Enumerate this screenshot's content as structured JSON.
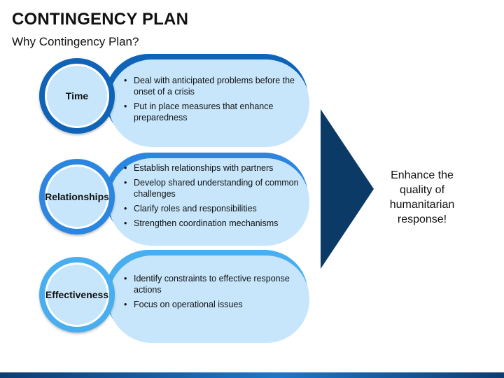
{
  "header": {
    "title": "CONTINGENCY PLAN",
    "subtitle": "Why Contingency Plan?"
  },
  "items": [
    {
      "label": "Time",
      "color": "#1064b8",
      "bullets": [
        "Deal with anticipated problems before the onset of a crisis",
        "Put in place measures that enhance preparedness"
      ]
    },
    {
      "label": "Relationships",
      "color": "#2a86e0",
      "bullets": [
        "Establish relationships with partners",
        "Develop shared understanding of common challenges",
        "Clarify roles and responsibilities",
        "Strengthen coordination mechanisms"
      ]
    },
    {
      "label": "Effectiveness",
      "color": "#48aef0",
      "bullets": [
        "Identify constraints to effective response actions",
        "Focus on operational issues"
      ]
    }
  ],
  "outcome": {
    "text": "Enhance the quality of humanitarian response!",
    "arrow_color": "#0c3a66"
  }
}
